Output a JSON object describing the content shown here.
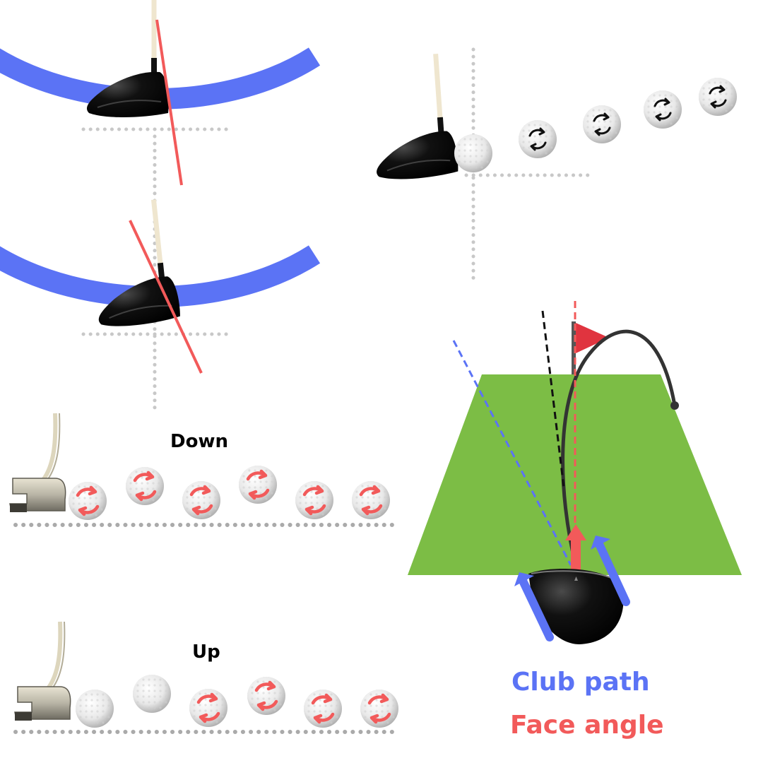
{
  "labels": {
    "down": "Down",
    "up": "Up",
    "club_path": "Club path",
    "face_angle": "Face angle"
  },
  "colors": {
    "swing_arc": "#5b73f5",
    "face_line": "#f25a5a",
    "club_path_blue": "#5b73f5",
    "face_angle_red": "#f25a5a",
    "green": "#7cbd45",
    "flag": "#e0343f",
    "guide_dots": "#c8c8c8",
    "ball_trajectory": "#333333"
  },
  "icons": {
    "driver_head": "driver-head-icon",
    "putter_head": "putter-head-icon",
    "golf_ball": "golf-ball-icon",
    "spin_arrows": "spin-arrows-icon",
    "flag": "flag-icon"
  }
}
